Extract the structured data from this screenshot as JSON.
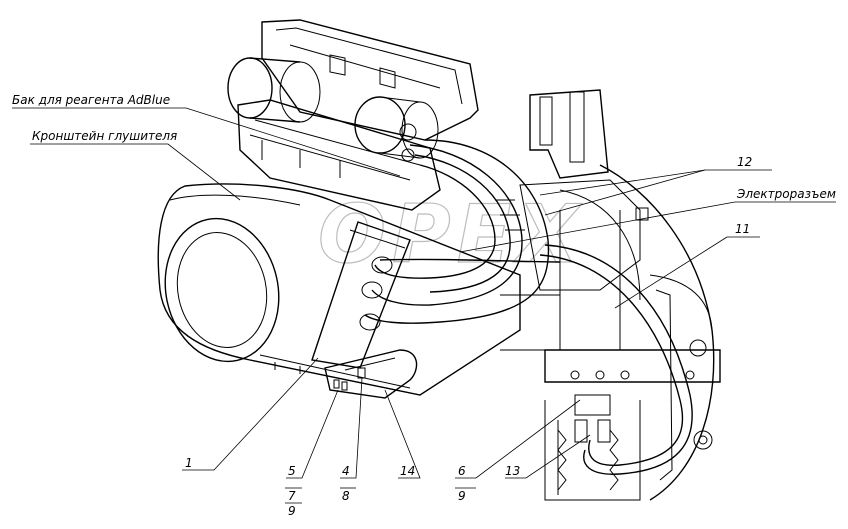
{
  "labels": {
    "tank": "Бак для реагента AdBlue",
    "bracket": "Кронштейн глушителя",
    "connector": "Электроразъем",
    "n12": "12",
    "n11": "11",
    "n1": "1",
    "n5": "5",
    "n7": "7",
    "n9a": "9",
    "n4": "4",
    "n8": "8",
    "n14": "14",
    "n6": "6",
    "n9b": "9",
    "n13": "13"
  },
  "watermark": "OPEX"
}
